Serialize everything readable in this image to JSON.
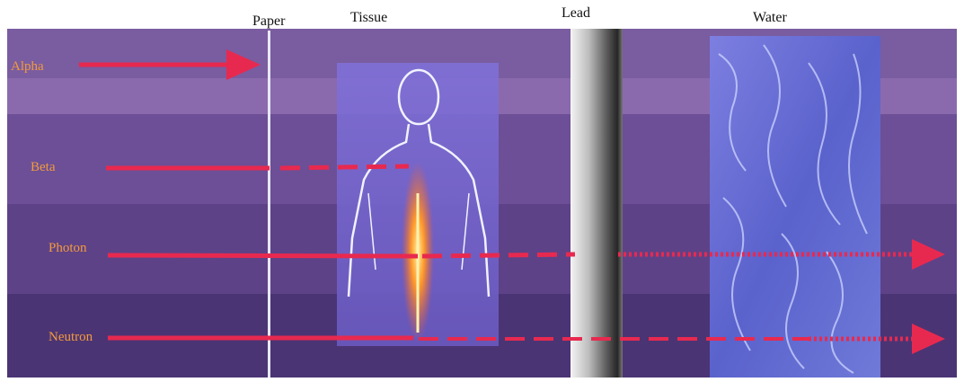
{
  "materials": {
    "paper": "Paper",
    "tissue": "Tissue",
    "lead": "Lead",
    "water": "Water"
  },
  "radiation": {
    "alpha": "Alpha",
    "beta": "Beta",
    "photon": "Photon",
    "neutron": "Neutron"
  },
  "colors": {
    "arrow": "#e8294f",
    "radiation_label": "#f39a3c",
    "background_purple": "#6a4d95"
  }
}
